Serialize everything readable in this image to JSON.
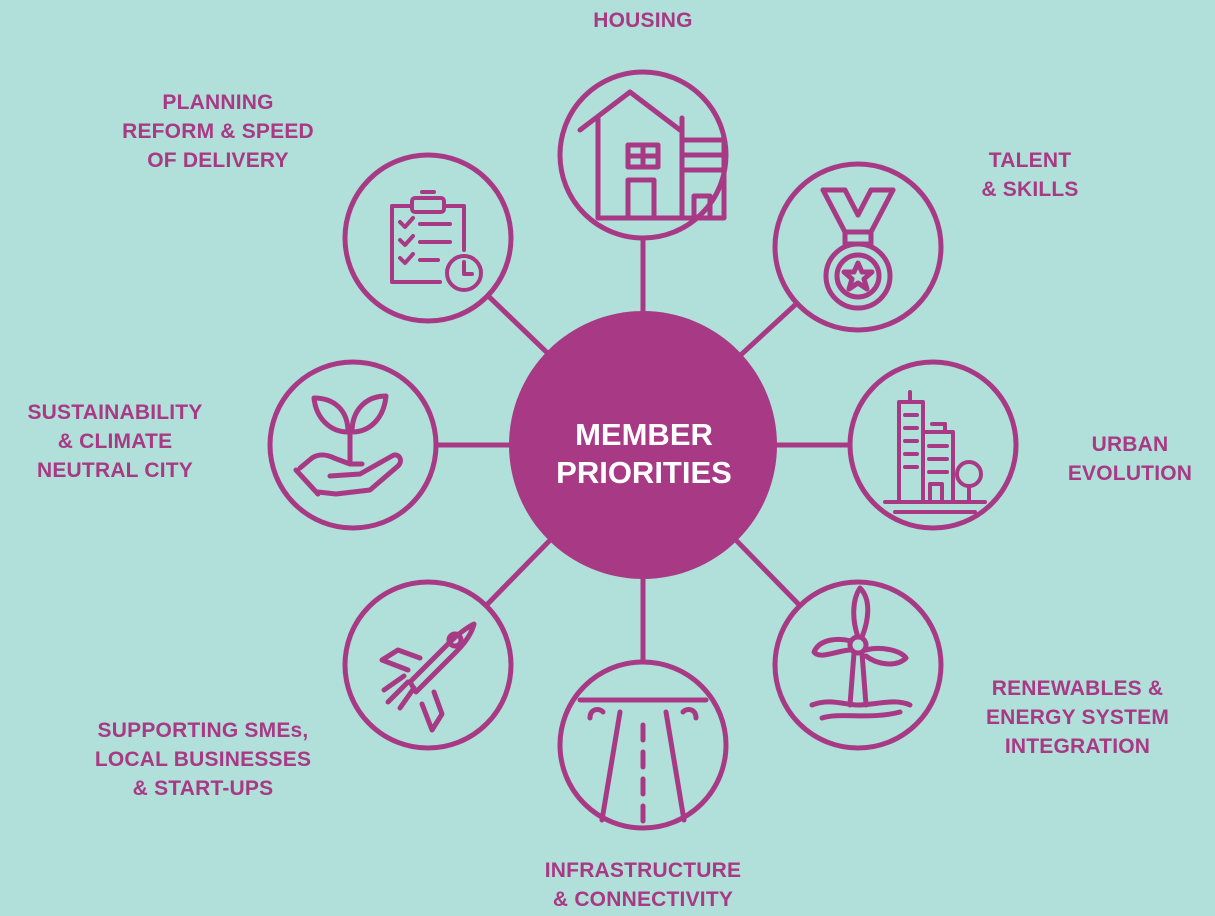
{
  "center": {
    "line1": "MEMBER",
    "line2": "PRIORITIES"
  },
  "nodes": {
    "housing": {
      "lines": [
        "HOUSING"
      ]
    },
    "talent": {
      "lines": [
        "TALENT",
        "& SKILLS"
      ]
    },
    "urban": {
      "lines": [
        "URBAN",
        "EVOLUTION"
      ]
    },
    "renewables": {
      "lines": [
        "RENEWABLES &",
        "ENERGY SYSTEM",
        "INTEGRATION"
      ]
    },
    "infrastructure": {
      "lines": [
        "INFRASTRUCTURE",
        "& CONNECTIVITY"
      ]
    },
    "smes": {
      "lines": [
        "SUPPORTING SMEs,",
        "LOCAL BUSINESSES",
        "& START-UPS"
      ]
    },
    "sustainability": {
      "lines": [
        "SUSTAINABILITY",
        "& CLIMATE",
        "NEUTRAL CITY"
      ]
    },
    "planning": {
      "lines": [
        "PLANNING",
        "REFORM & SPEED",
        "OF DELIVERY"
      ]
    }
  },
  "colors": {
    "background": "#b1dfd9",
    "accent": "#a83a85",
    "node_fill": "#b1dfd9",
    "center_text": "#ffffff"
  },
  "icons": {
    "housing": "house-icon",
    "talent": "medal-icon",
    "urban": "city-buildings-icon",
    "renewables": "wind-turbine-icon",
    "infrastructure": "road-icon",
    "smes": "rocket-icon",
    "sustainability": "plant-hand-icon",
    "planning": "clipboard-checklist-icon"
  }
}
